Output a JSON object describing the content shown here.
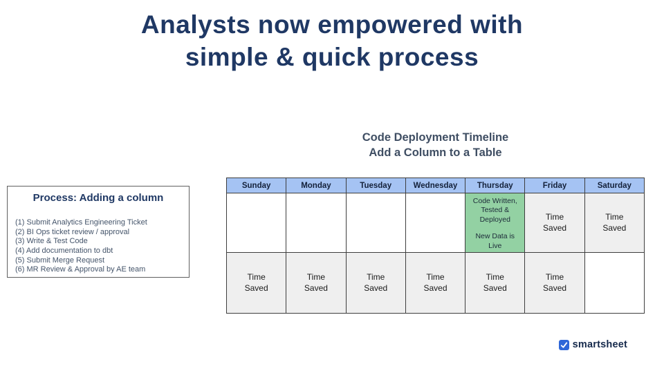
{
  "title": {
    "line1": "Analysts now empowered with",
    "line2": "simple & quick process"
  },
  "process_box": {
    "title": "Process: Adding a column",
    "steps": [
      "(1) Submit Analytics Engineering Ticket",
      "(2) BI Ops ticket review / approval",
      "(3) Write & Test Code",
      "(4) Add documentation to dbt",
      "(5) Submit Merge Request",
      "(6) MR Review & Approval by AE team"
    ]
  },
  "timeline": {
    "heading_line1": "Code Deployment Timeline",
    "heading_line2": "Add a Column to a Table",
    "days": [
      "Sunday",
      "Monday",
      "Tuesday",
      "Wednesday",
      "Thursday",
      "Friday",
      "Saturday"
    ],
    "thursday_event": {
      "line1": "Code Written, Tested & Deployed",
      "line2": "New Data is Live"
    },
    "week1": {
      "friday": "Time Saved",
      "saturday": "Time Saved"
    },
    "week2": {
      "sunday": "Time Saved",
      "monday": "Time Saved",
      "tuesday": "Time Saved",
      "wednesday": "Time Saved",
      "thursday": "Time Saved",
      "friday": "Time Saved"
    }
  },
  "footer": {
    "brand": "smartsheet"
  },
  "colors": {
    "title_navy": "#1f3864",
    "heading_slate": "#3f4e63",
    "header_blue": "#a5c3f3",
    "event_green": "#93d1a3",
    "saved_gray": "#efefef",
    "brand_blue": "#2f67d8",
    "brand_navy": "#15294b"
  }
}
